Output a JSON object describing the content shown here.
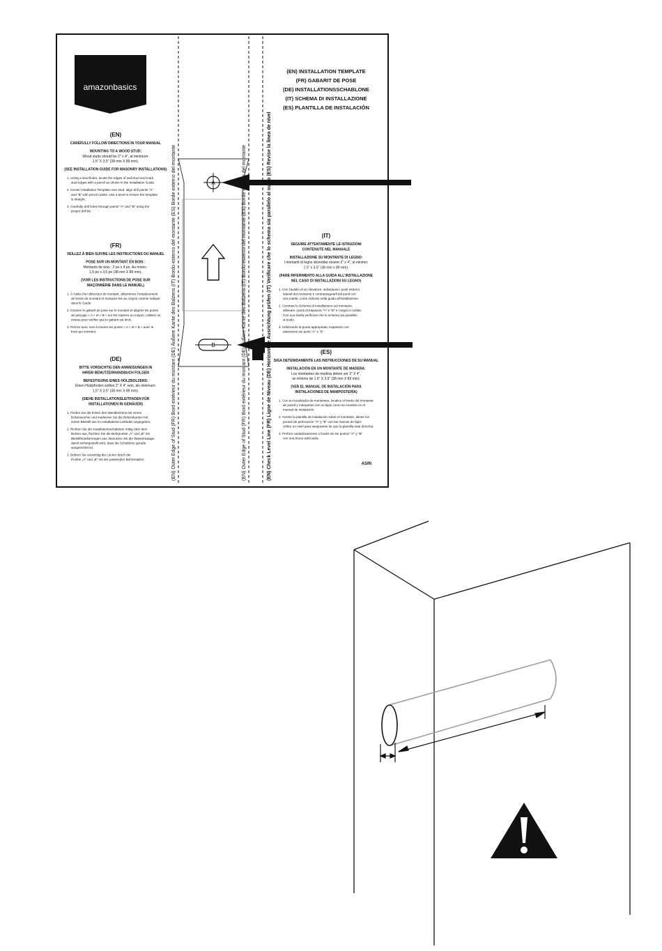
{
  "template": {
    "logo": "amazonbasics",
    "titles": [
      "(EN) INSTALLATION TEMPLATE",
      "(FR) GABARIT DE POSE",
      "(DE) INSTALLATIONSSCHABLONE",
      "(IT) SCHEMA DI INSTALLAZIONE",
      "(ES) PLANTILLA DE INSTALACIÓN"
    ],
    "points": {
      "a": "A",
      "b": "B"
    },
    "asin": "ASIN",
    "edge_labels": {
      "left_stud": "(EN) Outer Edge of Stud     (FR) Bord extérieur du montant     (DE) Äußere Kante des Balzens     (IT) Bordo esterno del montante     (ES) Borde externo del montante",
      "right_stud": "(EN) Outer Edge of Stud     (FR) Bord extérieur du montant     (DE) Äußere Kante des Balzens     (IT) Bordo esterno del montante     (ES) Borde externo del montante",
      "level": "(EN) Check Level Line     (FR) Ligne de Niveau     (DE) Horizontale Ausrichtung prüfen     (IT) Verificare che lo schema sia parallelo al suolo     (ES) Revise la línea de nivel"
    },
    "en": {
      "heading": "(EN)",
      "intro": "CAREFULLY FOLLOW DIRECTIONS IN YOUR MANUAL",
      "mount_lines": [
        "MOUNTING TO A WOOD STUD:",
        "Wood studs should be 2\" x 4\", at minimum:",
        "1.5\" X 3.5\" (38 mm X 89 mm)."
      ],
      "masonry": "(SEE INSTALLATION GUIDE FOR MASONRY INSTALLATIONS)",
      "steps": [
        [
          "1. Using a stud finder, locate the edges of wall stud and mark",
          "stud edges with a pencil as shown in the Installation Guide."
        ],
        [
          "2. Center Installation Template over stud, align drill points \"A\"",
          "and \"B\" with pencil marks. Use a level to ensure the template",
          "is straight."
        ],
        [
          "3. Carefully drill holes through points \"A\" and \"B\" using the",
          "proper drill bit."
        ]
      ]
    },
    "fr": {
      "heading": "(FR)",
      "intro": "VEILLEZ À BIEN SUIVRE LES INSTRUCTIONS DU MANUEL",
      "mount_lines": [
        "POSE SUR UN MONTANT EN BOIS :",
        "Montants de bois : 2 po x 4 po. Au moins :",
        "1,5 po x 3,5 po (38 mm X 89 mm)."
      ],
      "masonry": [
        "(VOIR LES INSTRUCTIONS DE POSE SUR",
        "MAÇONNERIE DANS LE MANUEL)"
      ],
      "steps": [
        [
          "1. À l'aide d'un détecteur de montant, déterminez l'emplacement",
          "de bords du montant et marquez-les au crayon comme indiqué",
          "dans le Guide."
        ],
        [
          "2. Centrez le gabarit de pose sur le montant et alignez les points",
          "de perçage « A » et « B » sur les repères au crayon. Utilisez un",
          "niveau pour vérifier que le gabarit est droit."
        ],
        [
          "3. Percez avec soin à travers les points « A » et « B » avec le",
          "foret qui convient."
        ]
      ]
    },
    "de": {
      "heading": "(DE)",
      "intro": [
        "BITTE VORSICHTIG DEN ANWEISUNGEN IN",
        "IHREM BENUTZERHANDBUCH FOLGEN"
      ],
      "mount_lines": [
        "BEFESTIGUNG EINES HOLZBOLZENS:",
        "Einen Holzpfosten sollten 2\" X 4\" sein, als minimum:",
        "1,5\" X 3,5\" (38 mm X 89 mm)."
      ],
      "masonry": [
        "(SIEHE INSTALLATIONSLEITFADEN FÜR",
        "INSTALLATIONEN IN GEMÄUER)"
      ],
      "steps": [
        [
          "1. Finden Sie die Ecken des Wandbolzens mit einem",
          "Bolzensucher und markieren Sie die Bolzenkanten mit",
          "einem Bleistift wie im Installations-Leitfaden angegeben."
        ],
        [
          "2. Richten Sie die Installationsschablone mittig über dem",
          "Bolzen aus, fluchten Sie die Bohrpunkte „A\" und „B\" mit",
          "Bleistiftmarkierungen aus. Benutzen Sie die Wasserwaage,",
          "damit sichergestellt wird, dass die Schablone gerade",
          "ausgerichtet ist."
        ],
        [
          "3. Bohren Sie vorsichtig die Löcher durch die",
          "Punkte „A\" und „B\" mit der passenden Bohrerspitze."
        ]
      ]
    },
    "it": {
      "heading": "(IT)",
      "intro": [
        "SEGUIRE ATTENTAMENTE LE ISTRUZIONI",
        "CONTENUTE NEL MANUALE"
      ],
      "mount_lines": [
        "INSTALLAZIONE SU MONTANTE DI LEGNO:",
        "I montanti di legno dovrebbe essere 2\" x 4\", al minimo:",
        "1.5\" x 3.5\" (38 mm x 89 mm)."
      ],
      "masonry": [
        "(FARE RIFERIMENTO ALLA GUIDA ALL'INSTALLAZIONE",
        "NEL CASO DI INSTALLAZIONI SU LEGNO)"
      ],
      "steps": [
        [
          "1. Con l'ausilio di un rilevatore, individuare i punti estremi",
          "laterali del montante e contrassegnarli tali punti con",
          "una matita, come indicato nella guida all'installazione."
        ],
        [
          "2. Centrare lo Schema di installazione sul montante,",
          "allineare i punti di traparura \"A\" e \"B\" e i segni in matita.",
          "Con una livella verificare che lo schema sia parallelo",
          "al suolo."
        ],
        [
          "3. Utilizzando la punta appropriata, trapanare con",
          "attenzione sui punti \"A\" e \"B\"."
        ]
      ]
    },
    "es": {
      "heading": "(ES)",
      "intro": "SIGA DETENIDAMENTE LAS INSTRUCCIONES DE SU MANUAL",
      "mount_lines": [
        "INSTALACIÓN EN UN MONTANTE DE MADERA:",
        "Los montantes de madera deben ser 2\" X 4\",",
        "un mínimo de 1.5\" X 3.5\" (38 mm X 89 mm)."
      ],
      "masonry": [
        "(VER EL MANUAL DE INSTALACIÓN PARA",
        "INSTALACIONES DE MAMPOSTERÍA)"
      ],
      "steps": [
        [
          "1. Con un localizador de montantes, localice el borde del montante",
          "de pared y márquelos con un lápiz como se muestra en el",
          "manual de instalación."
        ],
        [
          "2. Centre la plantilla de instalación sobre el montante, alinee los",
          "puntos de perforación \"A\" y \"B\" con las marcas de lápiz.",
          "Utilice un nivel para asegurarse de que la plantilla esté derecha."
        ],
        [
          "3. Perfore cuidadosamente a través de los puntos \"A\" y \"B\"",
          "con una broca adecuada."
        ]
      ]
    }
  }
}
